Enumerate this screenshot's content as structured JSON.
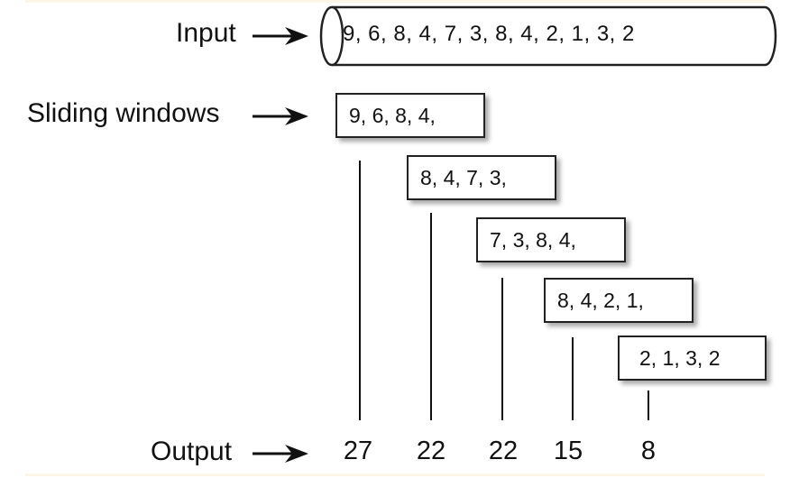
{
  "labels": {
    "input": "Input",
    "sliding": "Sliding windows",
    "output": "Output"
  },
  "input_sequence": "9, 6, 8, 4, 7, 3, 8, 4, 2, 1, 3, 2",
  "windows": [
    "9, 6, 8, 4,",
    "8, 4, 7, 3,",
    "7, 3, 8, 4,",
    "8, 4, 2, 1,",
    "2, 1, 3, 2"
  ],
  "outputs": [
    "27",
    "22",
    "22",
    "15",
    "8"
  ]
}
